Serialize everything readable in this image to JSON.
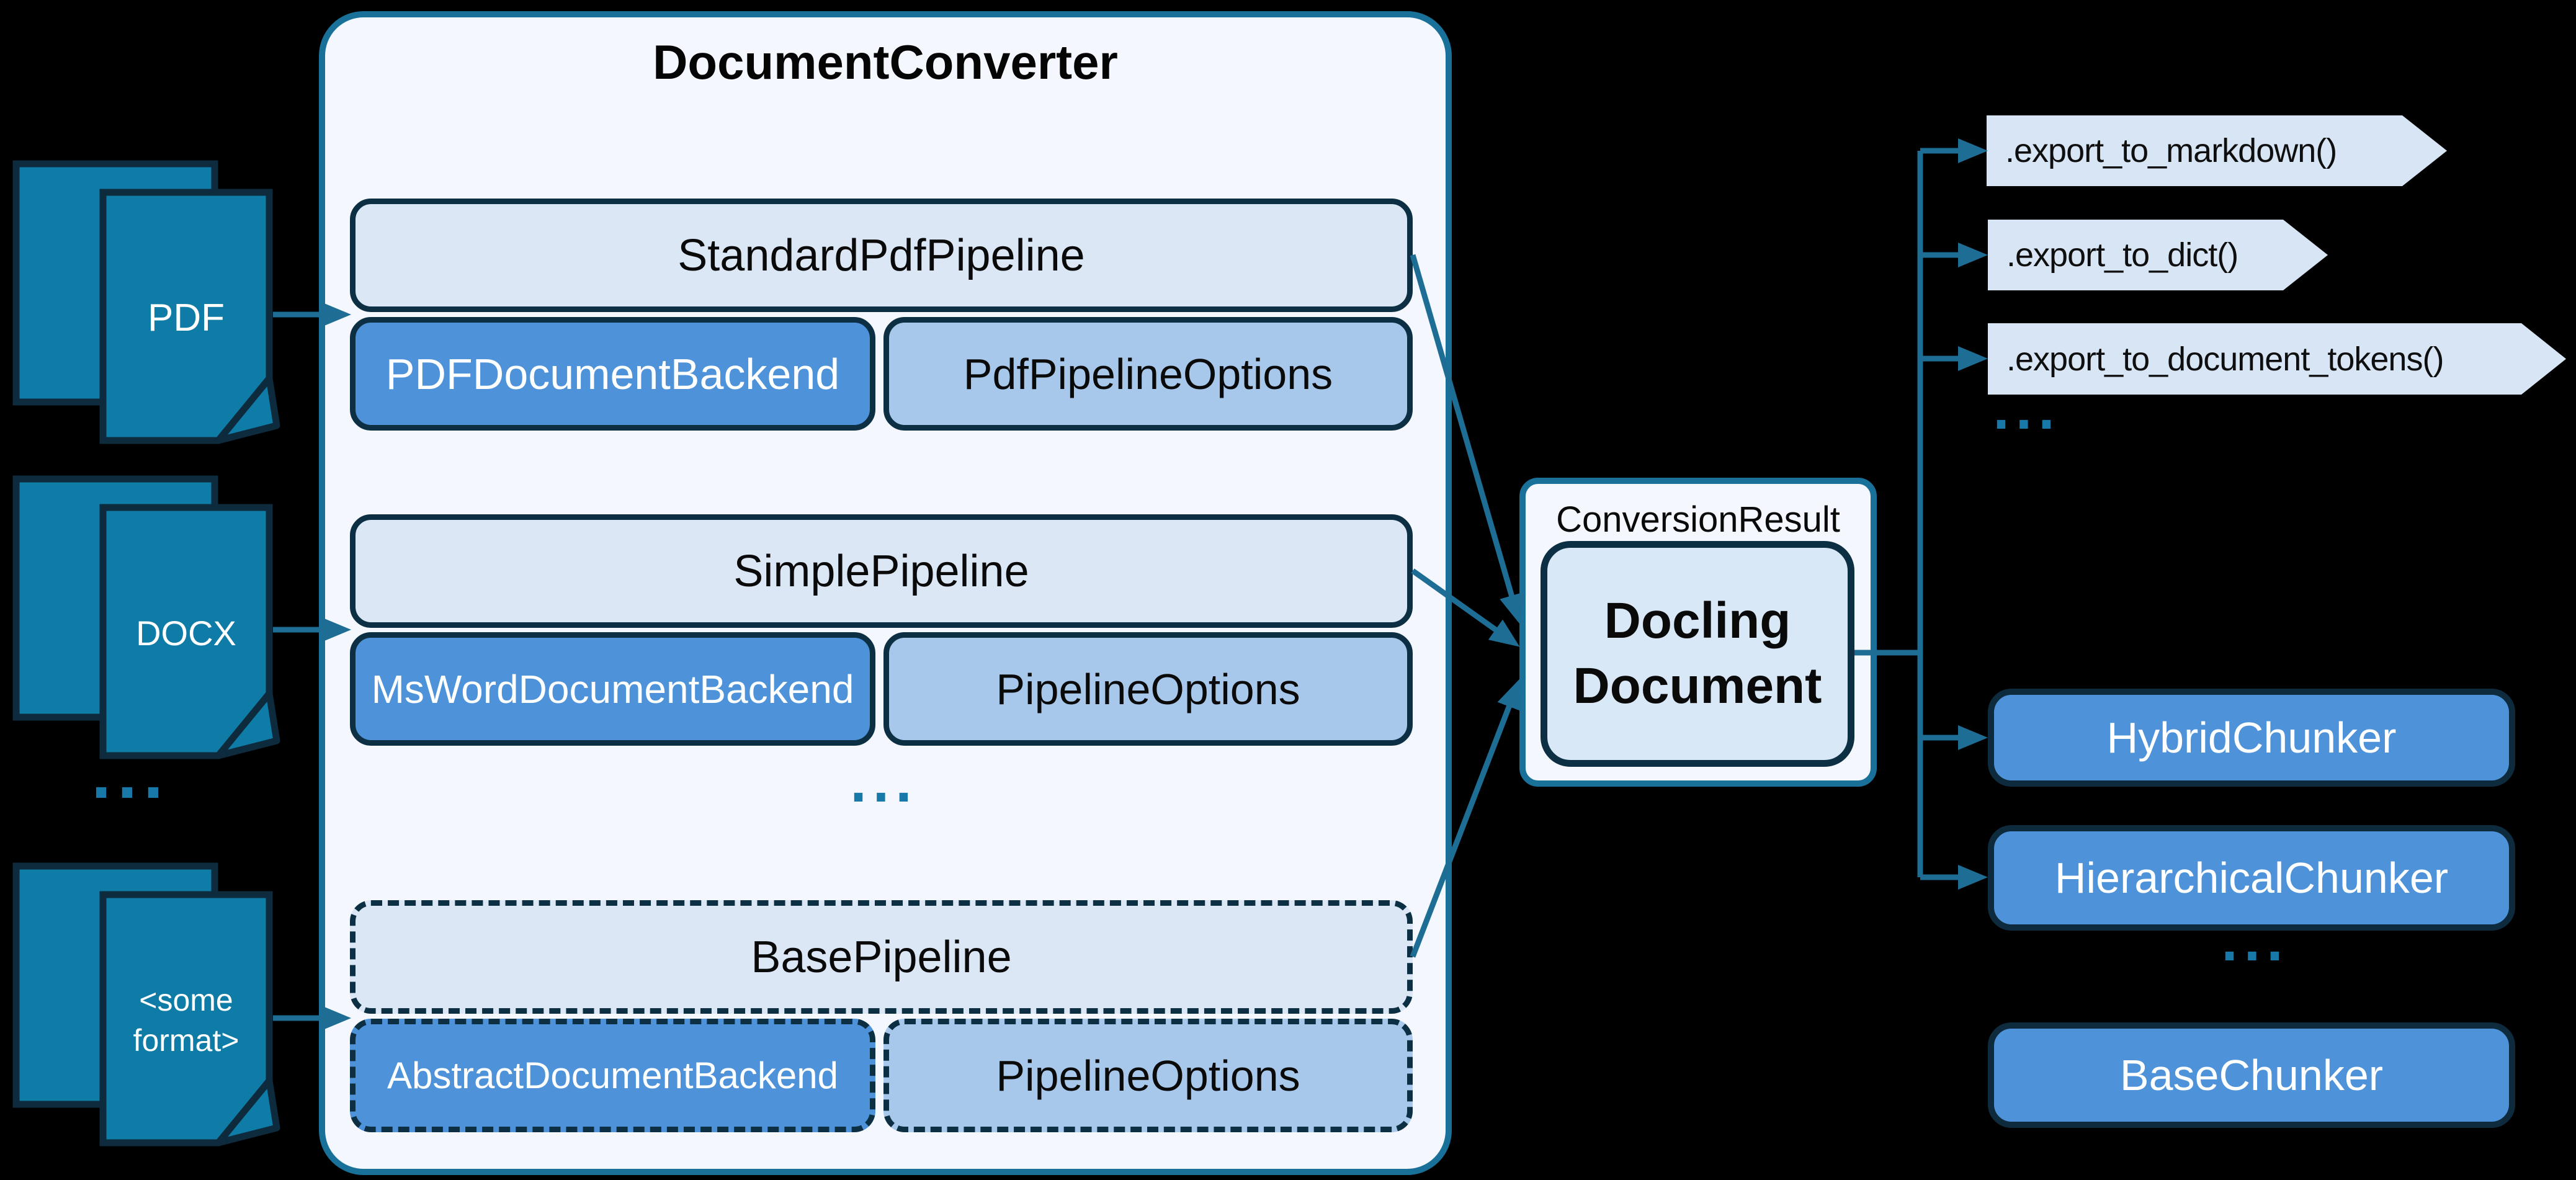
{
  "inputs": {
    "items": [
      {
        "label": "PDF"
      },
      {
        "label": "DOCX"
      },
      {
        "label": "<some format>"
      }
    ],
    "ellipsis": "..."
  },
  "converter": {
    "title": "DocumentConverter",
    "ellipsis": "...",
    "rows": [
      {
        "pipeline": "StandardPdfPipeline",
        "backend": "PDFDocumentBackend",
        "options": "PdfPipelineOptions"
      },
      {
        "pipeline": "SimplePipeline",
        "backend": "MsWordDocumentBackend",
        "options": "PipelineOptions"
      },
      {
        "pipeline": "BasePipeline",
        "backend": "AbstractDocumentBackend",
        "options": "PipelineOptions"
      }
    ]
  },
  "result": {
    "label": "ConversionResult",
    "document": {
      "line1": "Docling",
      "line2": "Document"
    }
  },
  "exports": {
    "items": [
      {
        "label": ".export_to_markdown()"
      },
      {
        "label": ".export_to_dict()"
      },
      {
        "label": ".export_to_document_tokens()"
      }
    ],
    "ellipsis": "..."
  },
  "chunkers": {
    "items": [
      {
        "label": "HybridChunker"
      },
      {
        "label": "HierarchicalChunker"
      },
      {
        "label": "BaseChunker"
      }
    ],
    "ellipsis": "..."
  },
  "colors": {
    "accent_teal": "#1d6d94",
    "navy_border": "#0d2f44",
    "doc_icon_fill": "#0f7ba7",
    "pipeline_fill": "#dbe7f5",
    "backend_fill": "#4e93da",
    "options_fill": "#a7c8ea",
    "chunker_fill": "#4e93da",
    "flag_fill": "#d8e5f4",
    "panel_fill": "#f4f7fd",
    "docling_fill": "#d9e8f7",
    "ellipsis_color": "#1878a8"
  }
}
